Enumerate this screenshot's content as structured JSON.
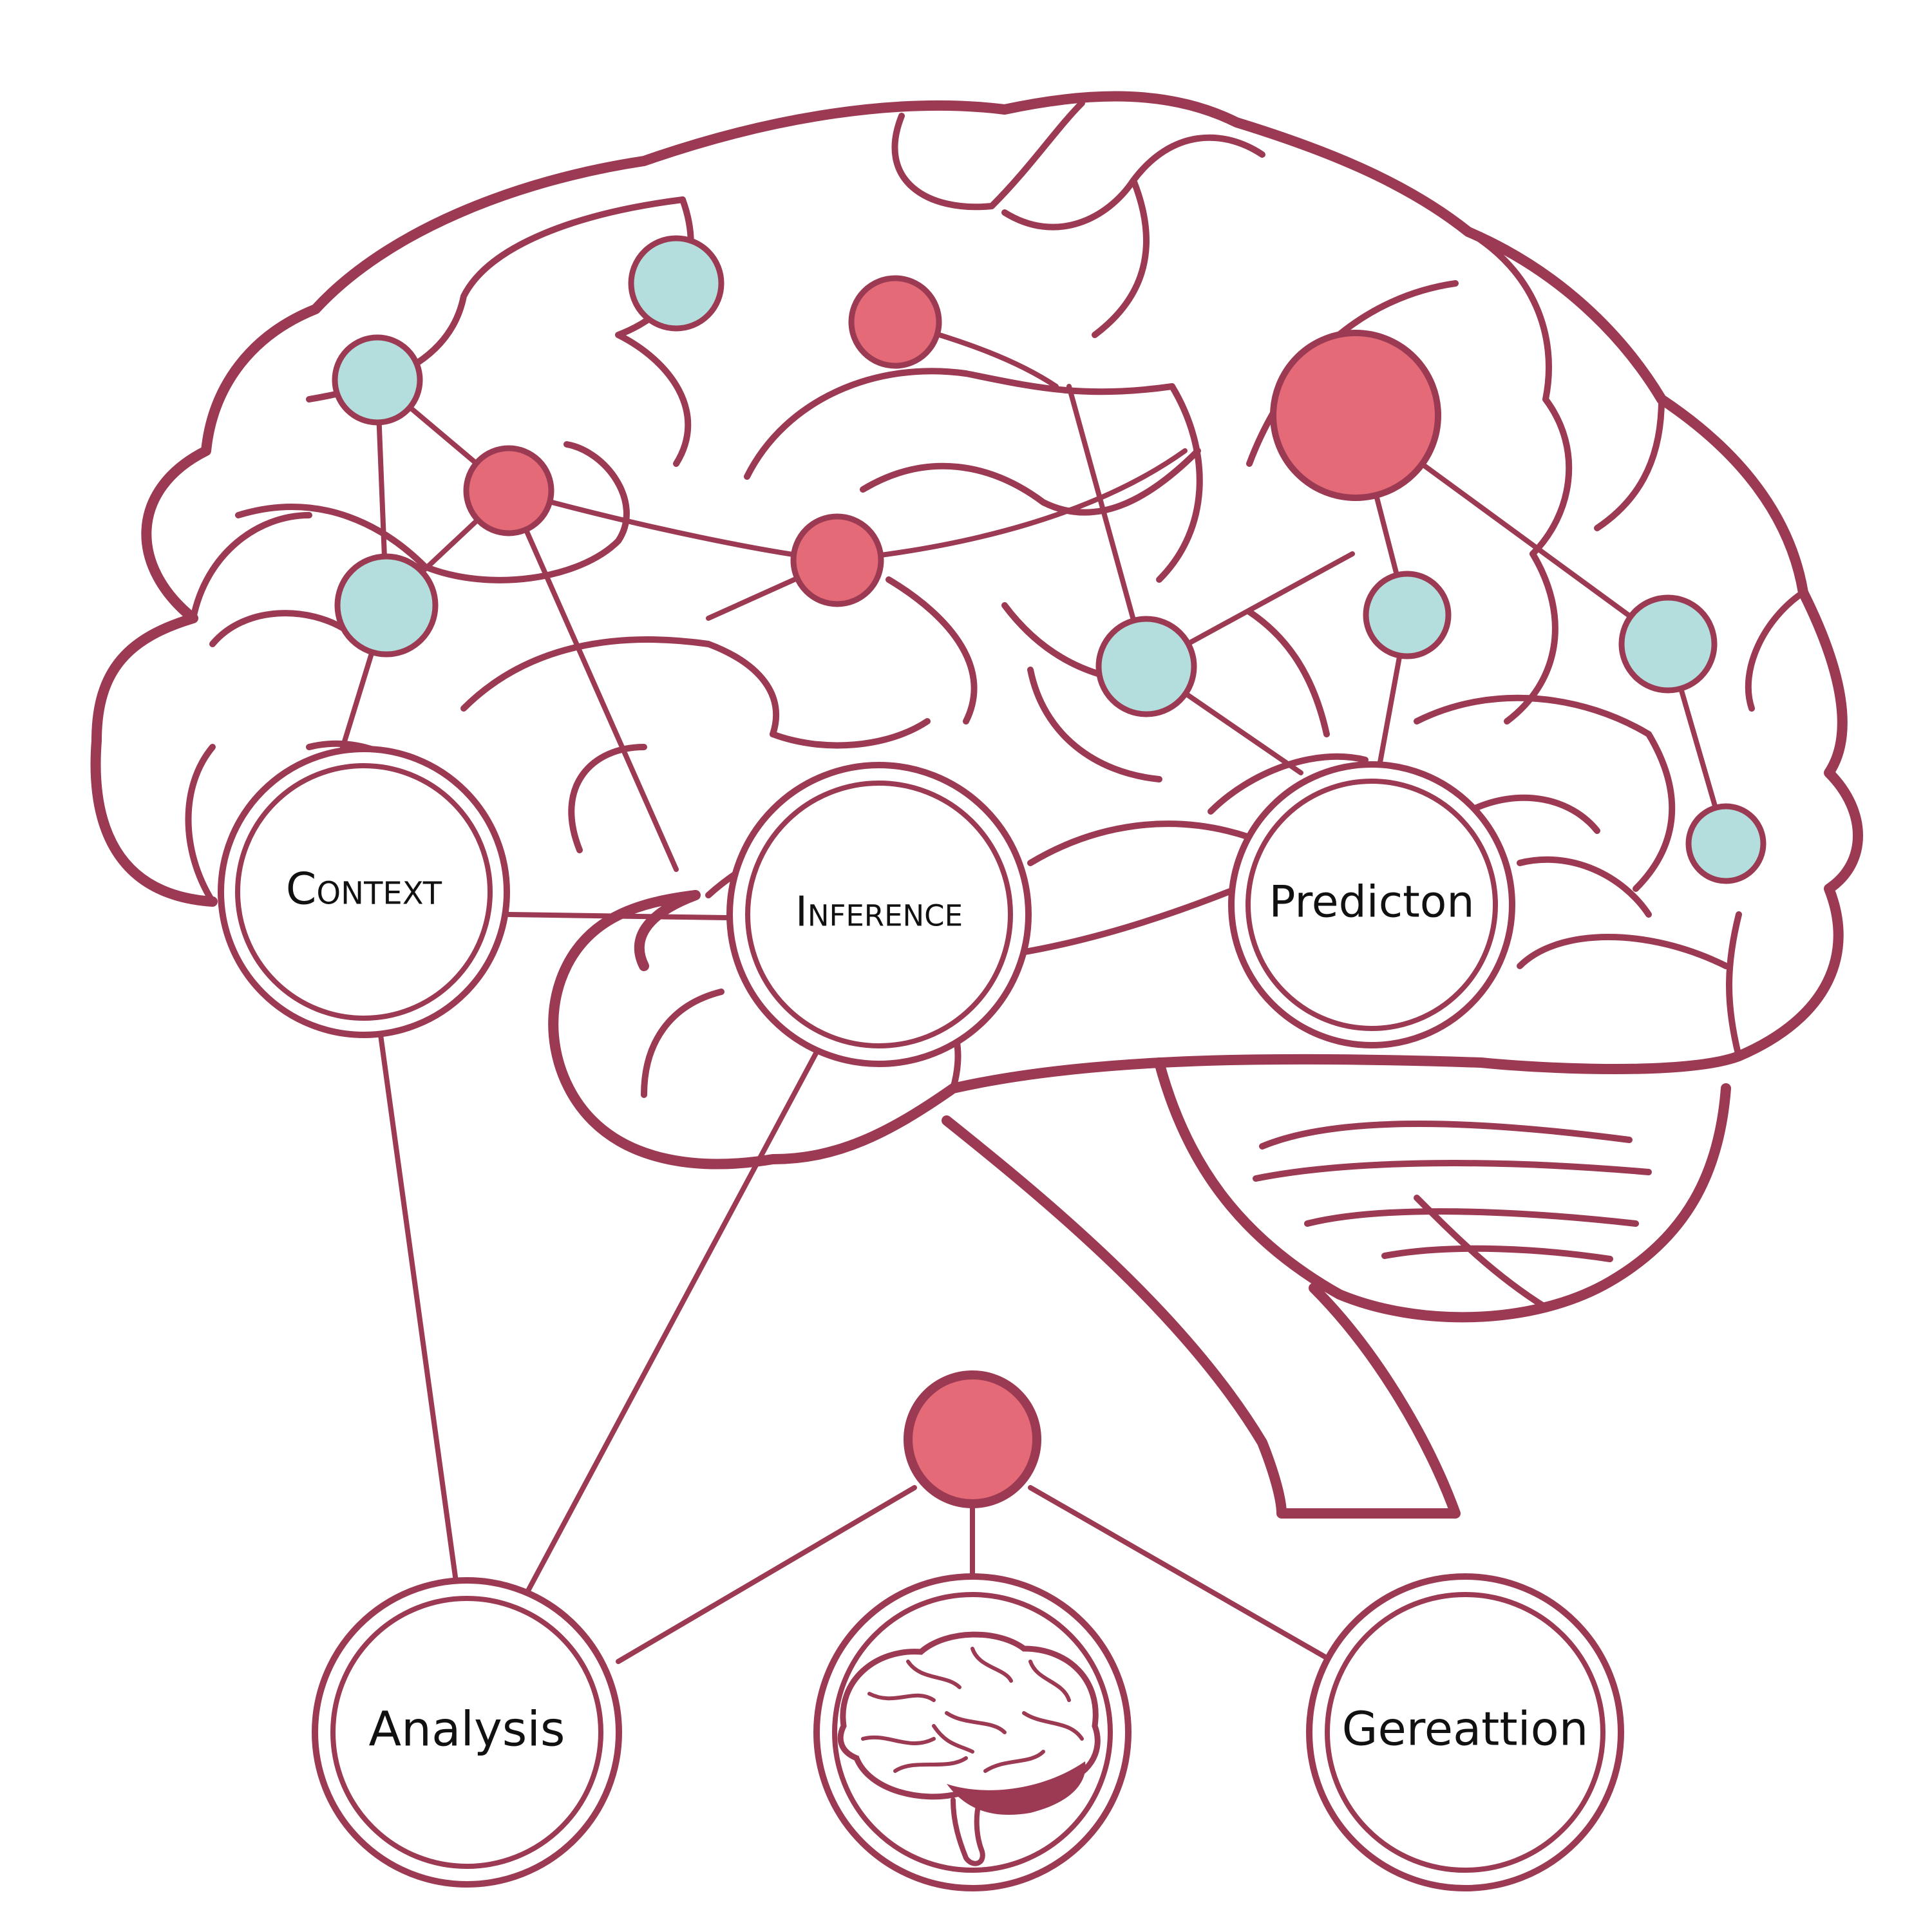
{
  "colors": {
    "outline": "#9b3a52",
    "node_red": "#e46a78",
    "node_teal": "#b3dedd",
    "text": "#111111",
    "background": "#ffffff"
  },
  "concepts": {
    "context": "Context",
    "inference": "Inference",
    "prediction": "Predicton",
    "analysis": "Analysis",
    "generation": "Gereattion"
  },
  "icons": {
    "center_hub": "brain-icon"
  }
}
